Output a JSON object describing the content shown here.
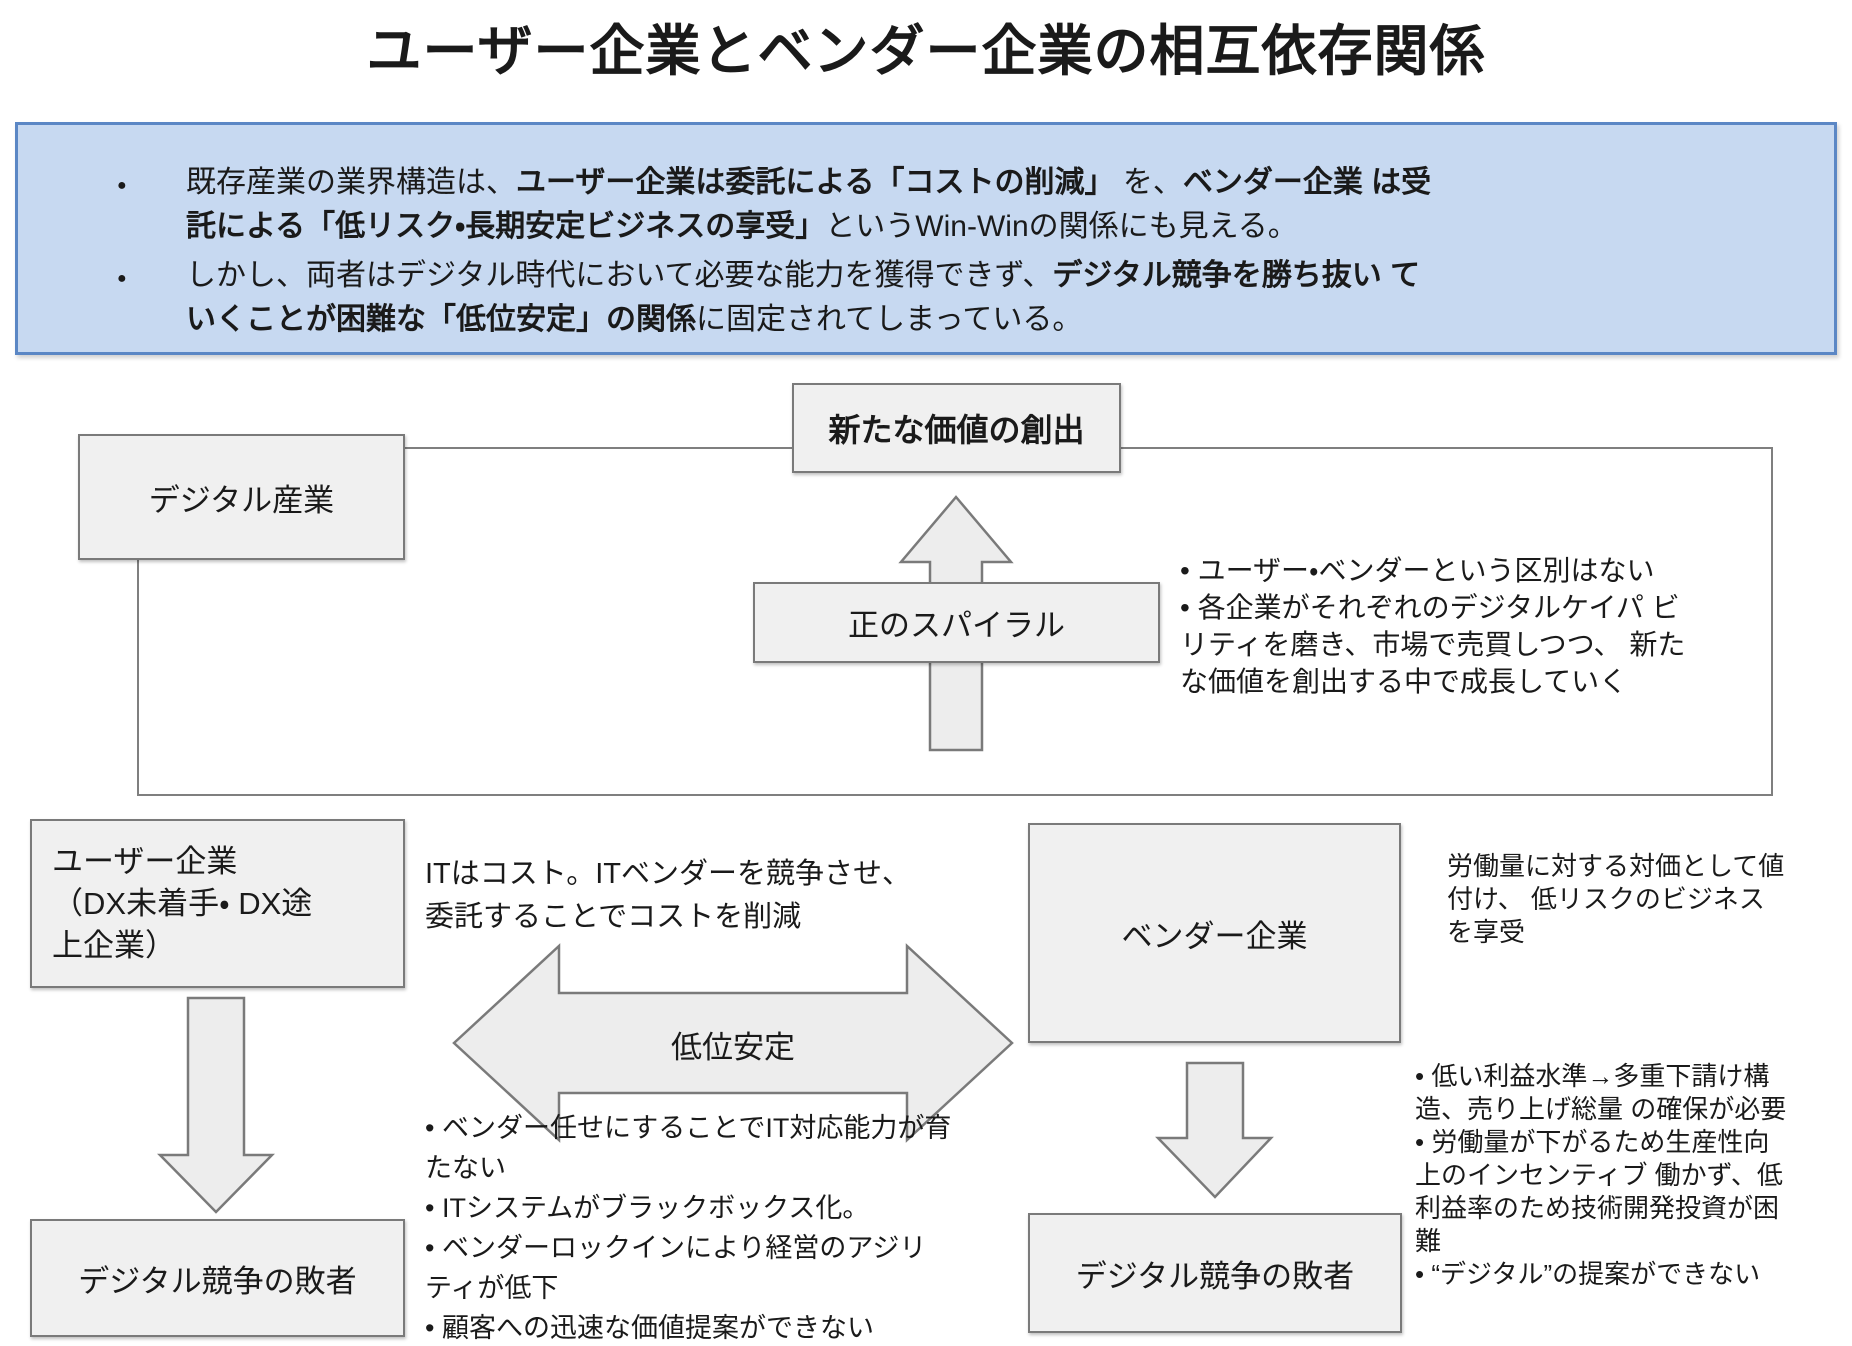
{
  "title": "ユーザー企業とベンダー企業の相互依存関係",
  "summary": {
    "bullet1": [
      {
        "t": "既存産業の業界構造は、",
        "b": false
      },
      {
        "t": "ユーザー企業は委託による「コストの削減」",
        "b": true
      },
      {
        "t": " を、",
        "b": false
      },
      {
        "t": "ベンダー企業 は受託による「低リスク・長期安定ビジネスの享受」",
        "b": true
      },
      {
        "t": "というWin-Winの関係にも見える。",
        "b": false
      }
    ],
    "bullet2": [
      {
        "t": "しかし、両者はデジタル時代において必要な能力を獲得できず、",
        "b": false
      },
      {
        "t": "デジタル競争を勝ち抜い ていくことが困難な「低位安定」の関係",
        "b": true
      },
      {
        "t": "に固定されてしまっている。",
        "b": false
      }
    ]
  },
  "boxes": {
    "digital_industry": "デジタル産業",
    "new_value": "新たな価値の創出",
    "positive_spiral": "正のスパイラル",
    "user_company": "ユーザー企業\n（DX未着手・ DX途\n上企業）",
    "vendor_company": "ベンダー企業",
    "loser_left": "デジタル競争の敗者",
    "loser_right": "デジタル競争の敗者",
    "low_stability": "低位安定"
  },
  "annotations": {
    "spiral_note": "• ユーザー・ベンダーという区別はない\n• 各企業がそれぞれのデジタルケイパ ビ\nリティを磨き、市場で売買しつつ、 新た\nな価値を創出する中で成長していく",
    "it_cost": "ITはコスト。ITベンダーを競争させ、\n委託することでコストを削減",
    "vendor_note": "労働量に対する対価として値\n付け、 低リスクのビジネス\nを享受",
    "user_issues": "• ベンダー任せにすることでIT対応能力が育\nたない\n• ITシステムがブラックボックス化。\n• ベンダーロックインにより経営のアジリ\nティが低下\n• 顧客への迅速な価値提案ができない",
    "vendor_issues": "• 低い利益水準→多重下請け構\n造、売り上げ総量 の確保が必要\n• 労働量が下がるため生産性向\n上のインセンティブ 働かず、低\n利益率のため技術開発投資が困\n難\n• “デジタル”の提案ができない"
  },
  "colors": {
    "summary_bg": "#c7d9f1",
    "summary_border": "#5b87c5",
    "box_fill": "#f0f0f0",
    "box_border": "#7a7a7a"
  }
}
